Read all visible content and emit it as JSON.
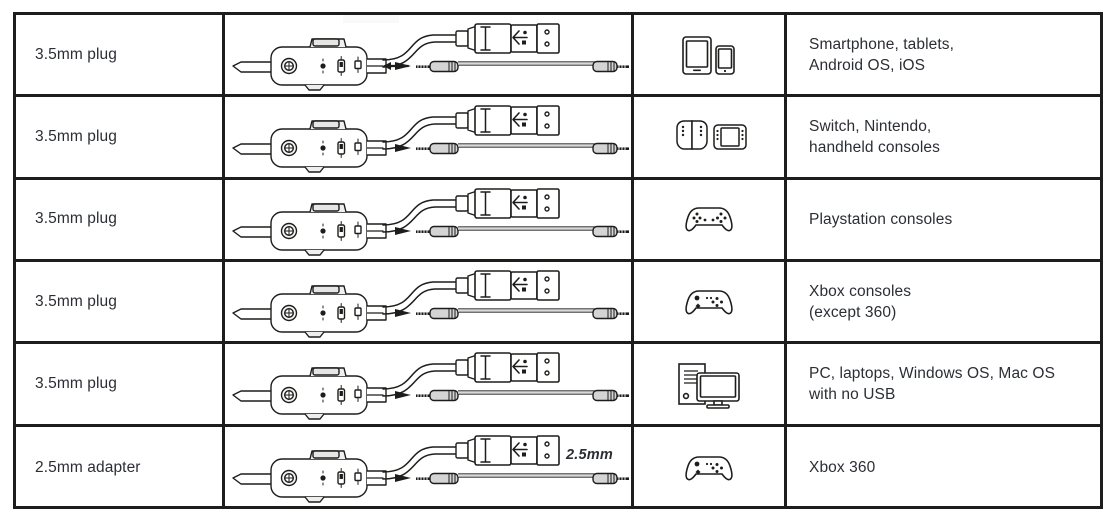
{
  "page": {
    "type": "compatibility-table",
    "title": "Headset connection compatibility table",
    "border_color": "#1d1d1b",
    "text_color": "#2b2e34",
    "background": "#ffffff"
  },
  "table": {
    "columns": [
      "plug",
      "cable_diagram",
      "device_icon",
      "devices"
    ],
    "rows": [
      {
        "plug": "3.5mm plug",
        "diagram": "inline-control-box-usb-and-3.5mm-cable",
        "diagram_note": "",
        "icon": "tablet-and-smartphone-icon",
        "devices": "Smartphone, tablets,\nAndroid OS, iOS"
      },
      {
        "plug": "3.5mm plug",
        "diagram": "inline-control-box-usb-and-3.5mm-cable",
        "diagram_note": "",
        "icon": "nintendo-switch-icon",
        "devices": "Switch, Nintendo,\nhandheld consoles"
      },
      {
        "plug": "3.5mm plug",
        "diagram": "inline-control-box-usb-and-3.5mm-cable",
        "diagram_note": "",
        "icon": "playstation-controller-icon",
        "devices": "Playstation consoles"
      },
      {
        "plug": "3.5mm plug",
        "diagram": "inline-control-box-usb-and-3.5mm-cable",
        "diagram_note": "",
        "icon": "xbox-controller-icon",
        "devices": "Xbox consoles\n(except 360)"
      },
      {
        "plug": "3.5mm plug",
        "diagram": "inline-control-box-usb-and-3.5mm-cable",
        "diagram_note": "",
        "icon": "desktop-computer-icon",
        "devices": "PC, laptops, Windows OS, Mac OS\nwith no USB"
      },
      {
        "plug": "2.5mm adapter",
        "diagram": "inline-control-box-usb-and-2.5mm-cable",
        "diagram_note": "2.5mm",
        "icon": "xbox-controller-icon",
        "devices": "Xbox 360"
      }
    ]
  },
  "diagram_parts": {
    "control_box": "inline-control-box",
    "dial": "volume-dial-icon",
    "slider": "mic-mute-slider-icon",
    "usb_connector": "usb-connector-icon",
    "audio_plug": "3.5mm-audio-plug-icon",
    "arrow": "connection-arrow-icon"
  }
}
